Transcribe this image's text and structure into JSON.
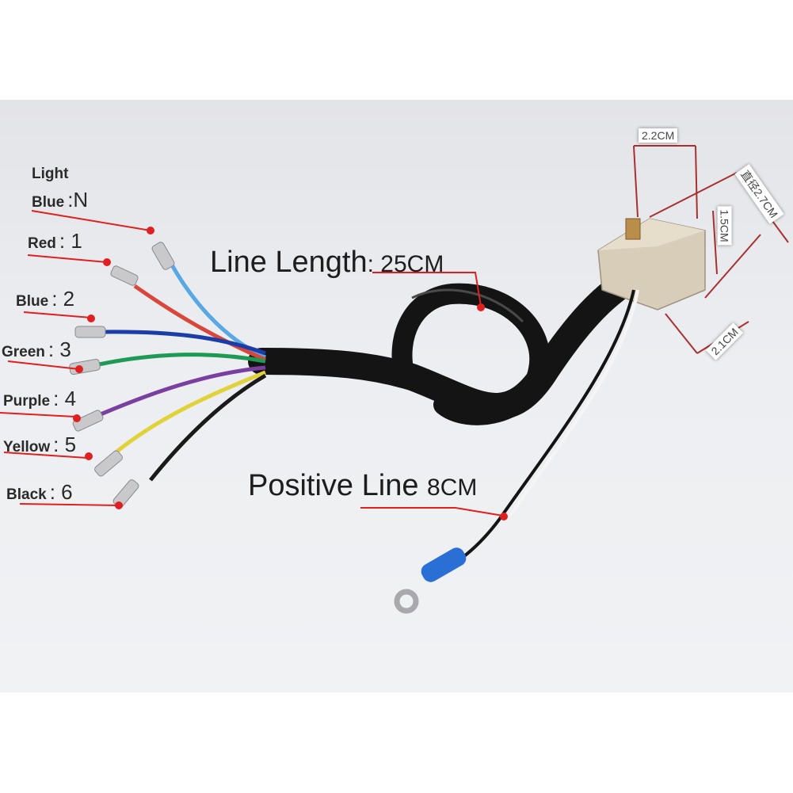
{
  "photo": {
    "colors": {
      "background": "#eceef1",
      "cable": "#141414",
      "connector_body": "#d7cdb9",
      "annotation": "#e02020",
      "terminal_insulator": "#2a6fd6"
    }
  },
  "wires": [
    {
      "name_line1": "Light",
      "name": "Blue",
      "number": "N",
      "color": "#5aa7e6"
    },
    {
      "name": "Red",
      "number": "1",
      "color": "#d9473c"
    },
    {
      "name": "Blue",
      "number": "2",
      "color": "#1c3da8"
    },
    {
      "name": "Green",
      "number": "3",
      "color": "#1f9a55"
    },
    {
      "name": "Purple",
      "number": "4",
      "color": "#7a3fa0"
    },
    {
      "name": "Yellow",
      "number": "5",
      "color": "#e2d23a"
    },
    {
      "name": "Black",
      "number": "6",
      "color": "#1a1a1a"
    }
  ],
  "labels": {
    "line_length_text": "Line Length",
    "line_length_value": ": 25CM",
    "positive_line_text": "Positive Line",
    "positive_line_value": "8CM"
  },
  "dimensions": {
    "width": "2.2CM",
    "height": "1.5CM",
    "depth": "2.1CM",
    "diagonal": "直径2.7CM"
  }
}
